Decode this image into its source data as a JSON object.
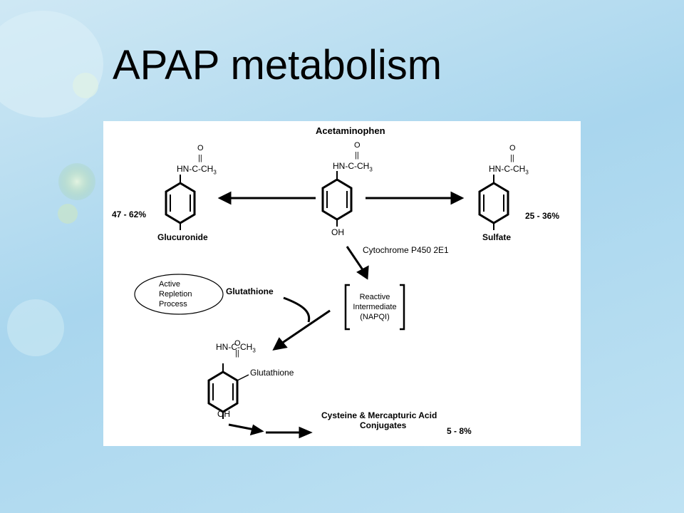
{
  "slide": {
    "title": "APAP metabolism"
  },
  "diagram": {
    "title": "Acetaminophen",
    "o_symbol": "O",
    "double_bond": "||",
    "amide_prefix": "HN-C-CH",
    "amide_sub": "3",
    "oh": "OH",
    "glucuronide": "Glucuronide",
    "glucuronide_pct": "47 - 62%",
    "sulfate": "Sulfate",
    "sulfate_pct": "25 - 36%",
    "enzyme": "Cytochrome P450 2E1",
    "active_repletion": [
      "Active",
      "Repletion",
      "Process"
    ],
    "glutathione": "Glutathione",
    "reactive": [
      "Reactive",
      "Intermediate",
      "(NAPQI)"
    ],
    "glutathione_sub": "Glutathione",
    "conjugates": [
      "Cysteine & Mercapturic Acid",
      "Conjugates"
    ],
    "conjugates_pct": "5 - 8%"
  },
  "colors": {
    "background": "#a9d6ee",
    "panel": "#ffffff",
    "ink": "#000000"
  }
}
